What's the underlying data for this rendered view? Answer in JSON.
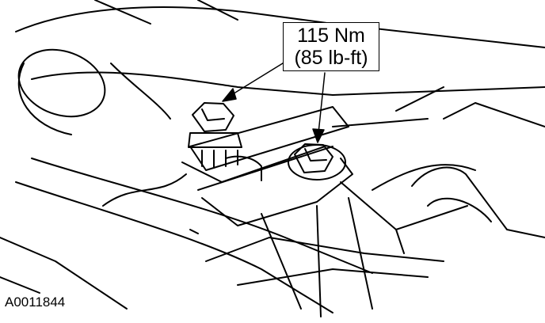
{
  "callout": {
    "torque_metric": "115 Nm",
    "torque_imperial": "(85 lb-ft)"
  },
  "figure_id": "A0011844",
  "colors": {
    "line": "#000000",
    "background": "#ffffff"
  }
}
